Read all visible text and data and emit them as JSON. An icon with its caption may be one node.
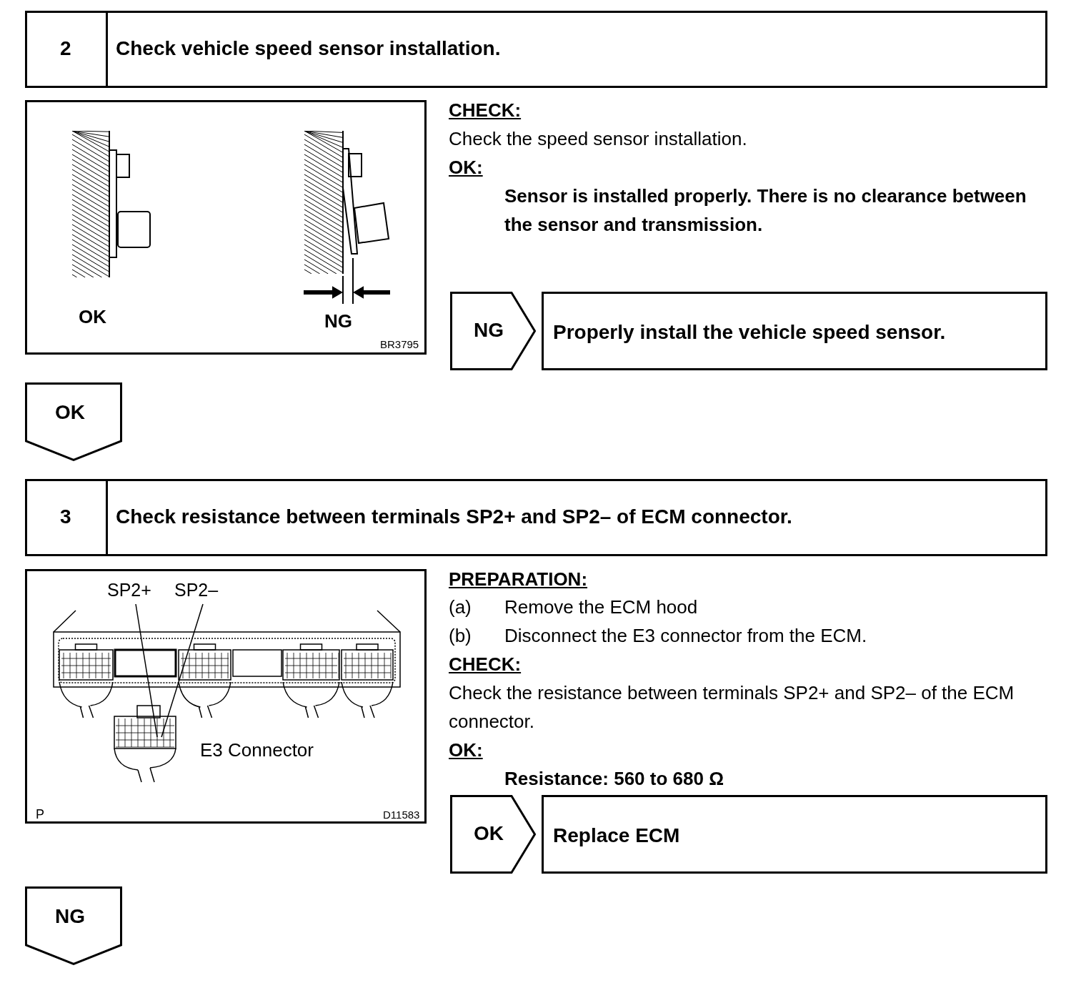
{
  "diagram": {
    "nodes": [
      {
        "text": [
          "2",
          "Check vehicle speed sensor installation."
        ]
      },
      {
        "text": [
          "OK",
          "NG",
          "BR3795"
        ]
      },
      {
        "text": [
          "NG"
        ]
      },
      {
        "text": [
          "Properly install the vehicle speed sensor."
        ]
      },
      {
        "text": [
          "OK"
        ]
      },
      {
        "text": [
          "3",
          "Check resistance between terminals SP2+ and SP2– of ECM connector."
        ]
      },
      {
        "text": [
          "E3 Connector",
          "P",
          "D11583"
        ]
      },
      {
        "text": [
          "SP2+"
        ],
        "in": 6
      },
      {
        "text": [
          "SP2–"
        ],
        "in": 6
      },
      {
        "text": [
          "OK"
        ]
      },
      {
        "text": [
          "Replace ECM"
        ]
      },
      {
        "text": [
          "NG"
        ]
      }
    ],
    "edges": [
      {
        "from": 7,
        "to": null,
        "arrow": "none"
      },
      {
        "from": 8,
        "to": null,
        "arrow": "none"
      }
    ],
    "labels": [
      "CHECK:",
      "Check the speed sensor installation.",
      "OK:",
      "Sensor is installed properly. There is no clearance between the sensor and transmission.",
      "PREPARATION:",
      "(a)",
      "Remove the ECM hood",
      "(b)",
      "Disconnect the E3 connector from the ECM.",
      "CHECK:",
      "Check the resistance between terminals SP2+ and SP2– of the ECM connector.",
      "OK:",
      "Resistance: 560 to 680 Ω"
    ]
  }
}
